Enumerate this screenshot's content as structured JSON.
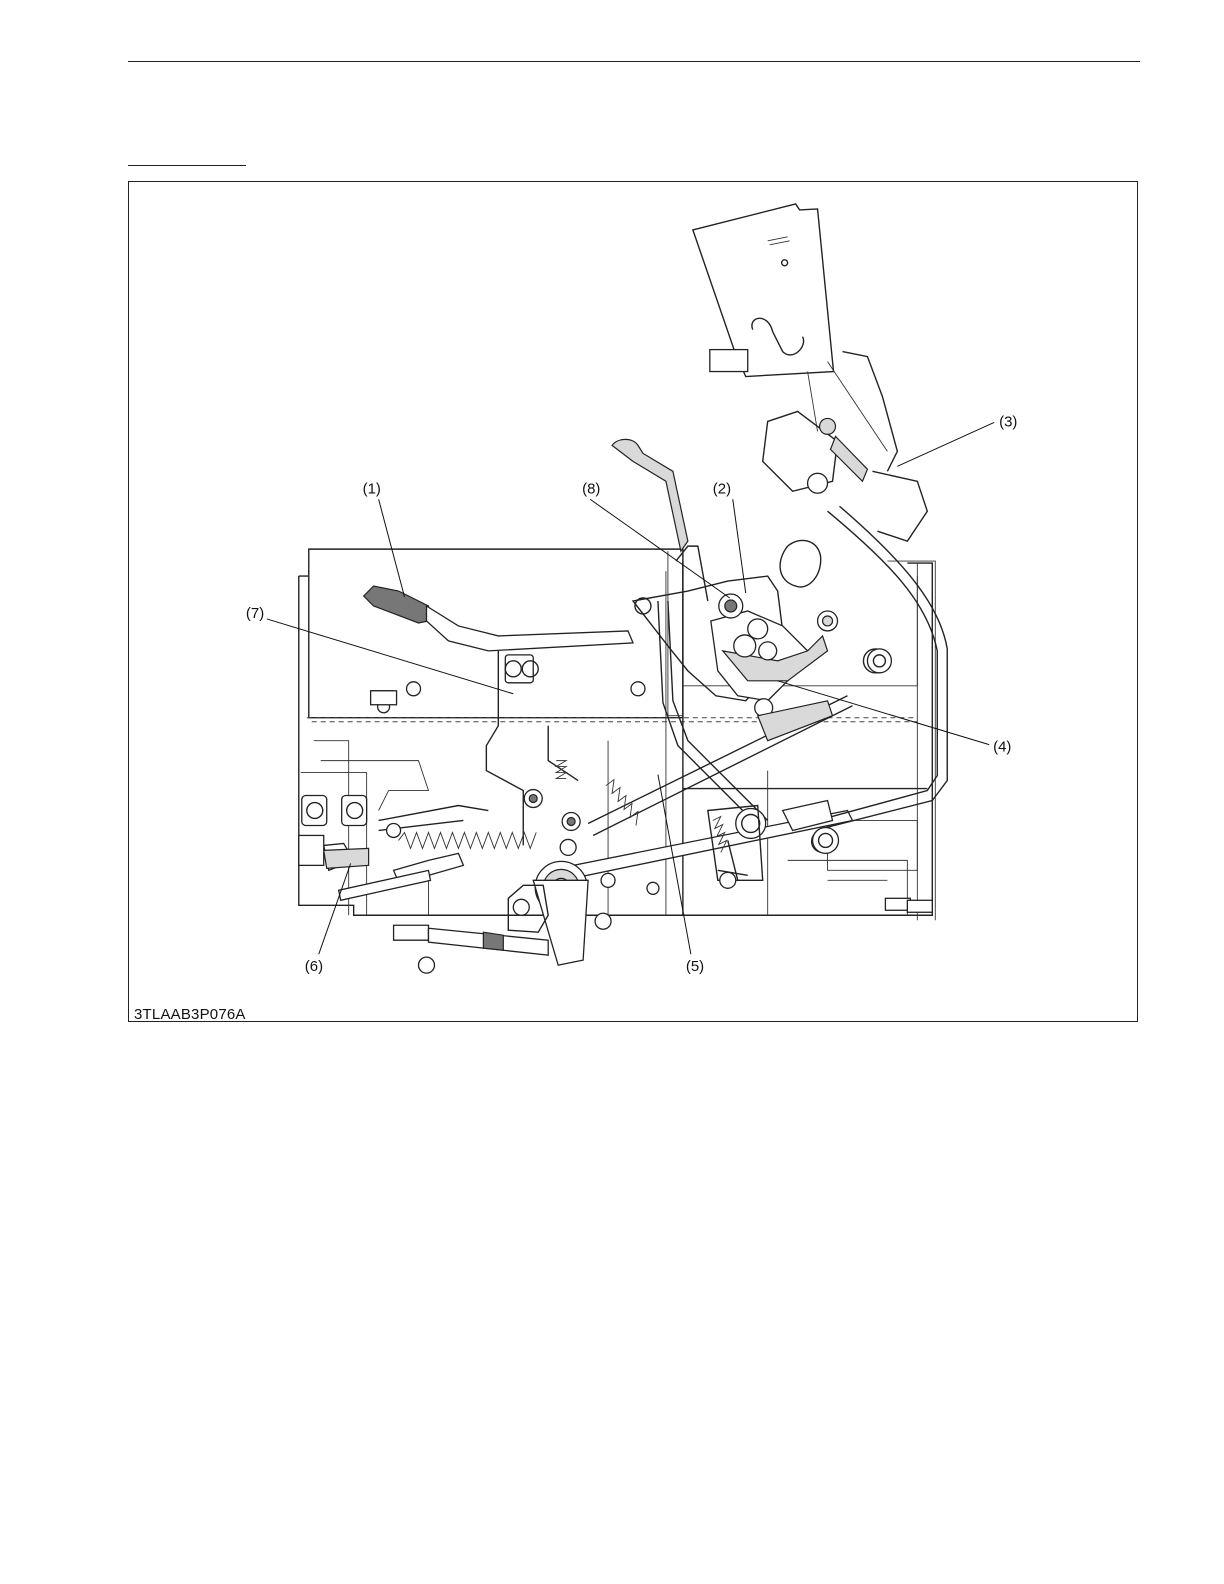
{
  "figure": {
    "code": "3TLAAB3P076A",
    "callouts": {
      "c1": "(1)",
      "c2": "(2)",
      "c3": "(3)",
      "c4": "(4)",
      "c5": "(5)",
      "c6": "(6)",
      "c7": "(7)",
      "c8": "(8)"
    }
  }
}
